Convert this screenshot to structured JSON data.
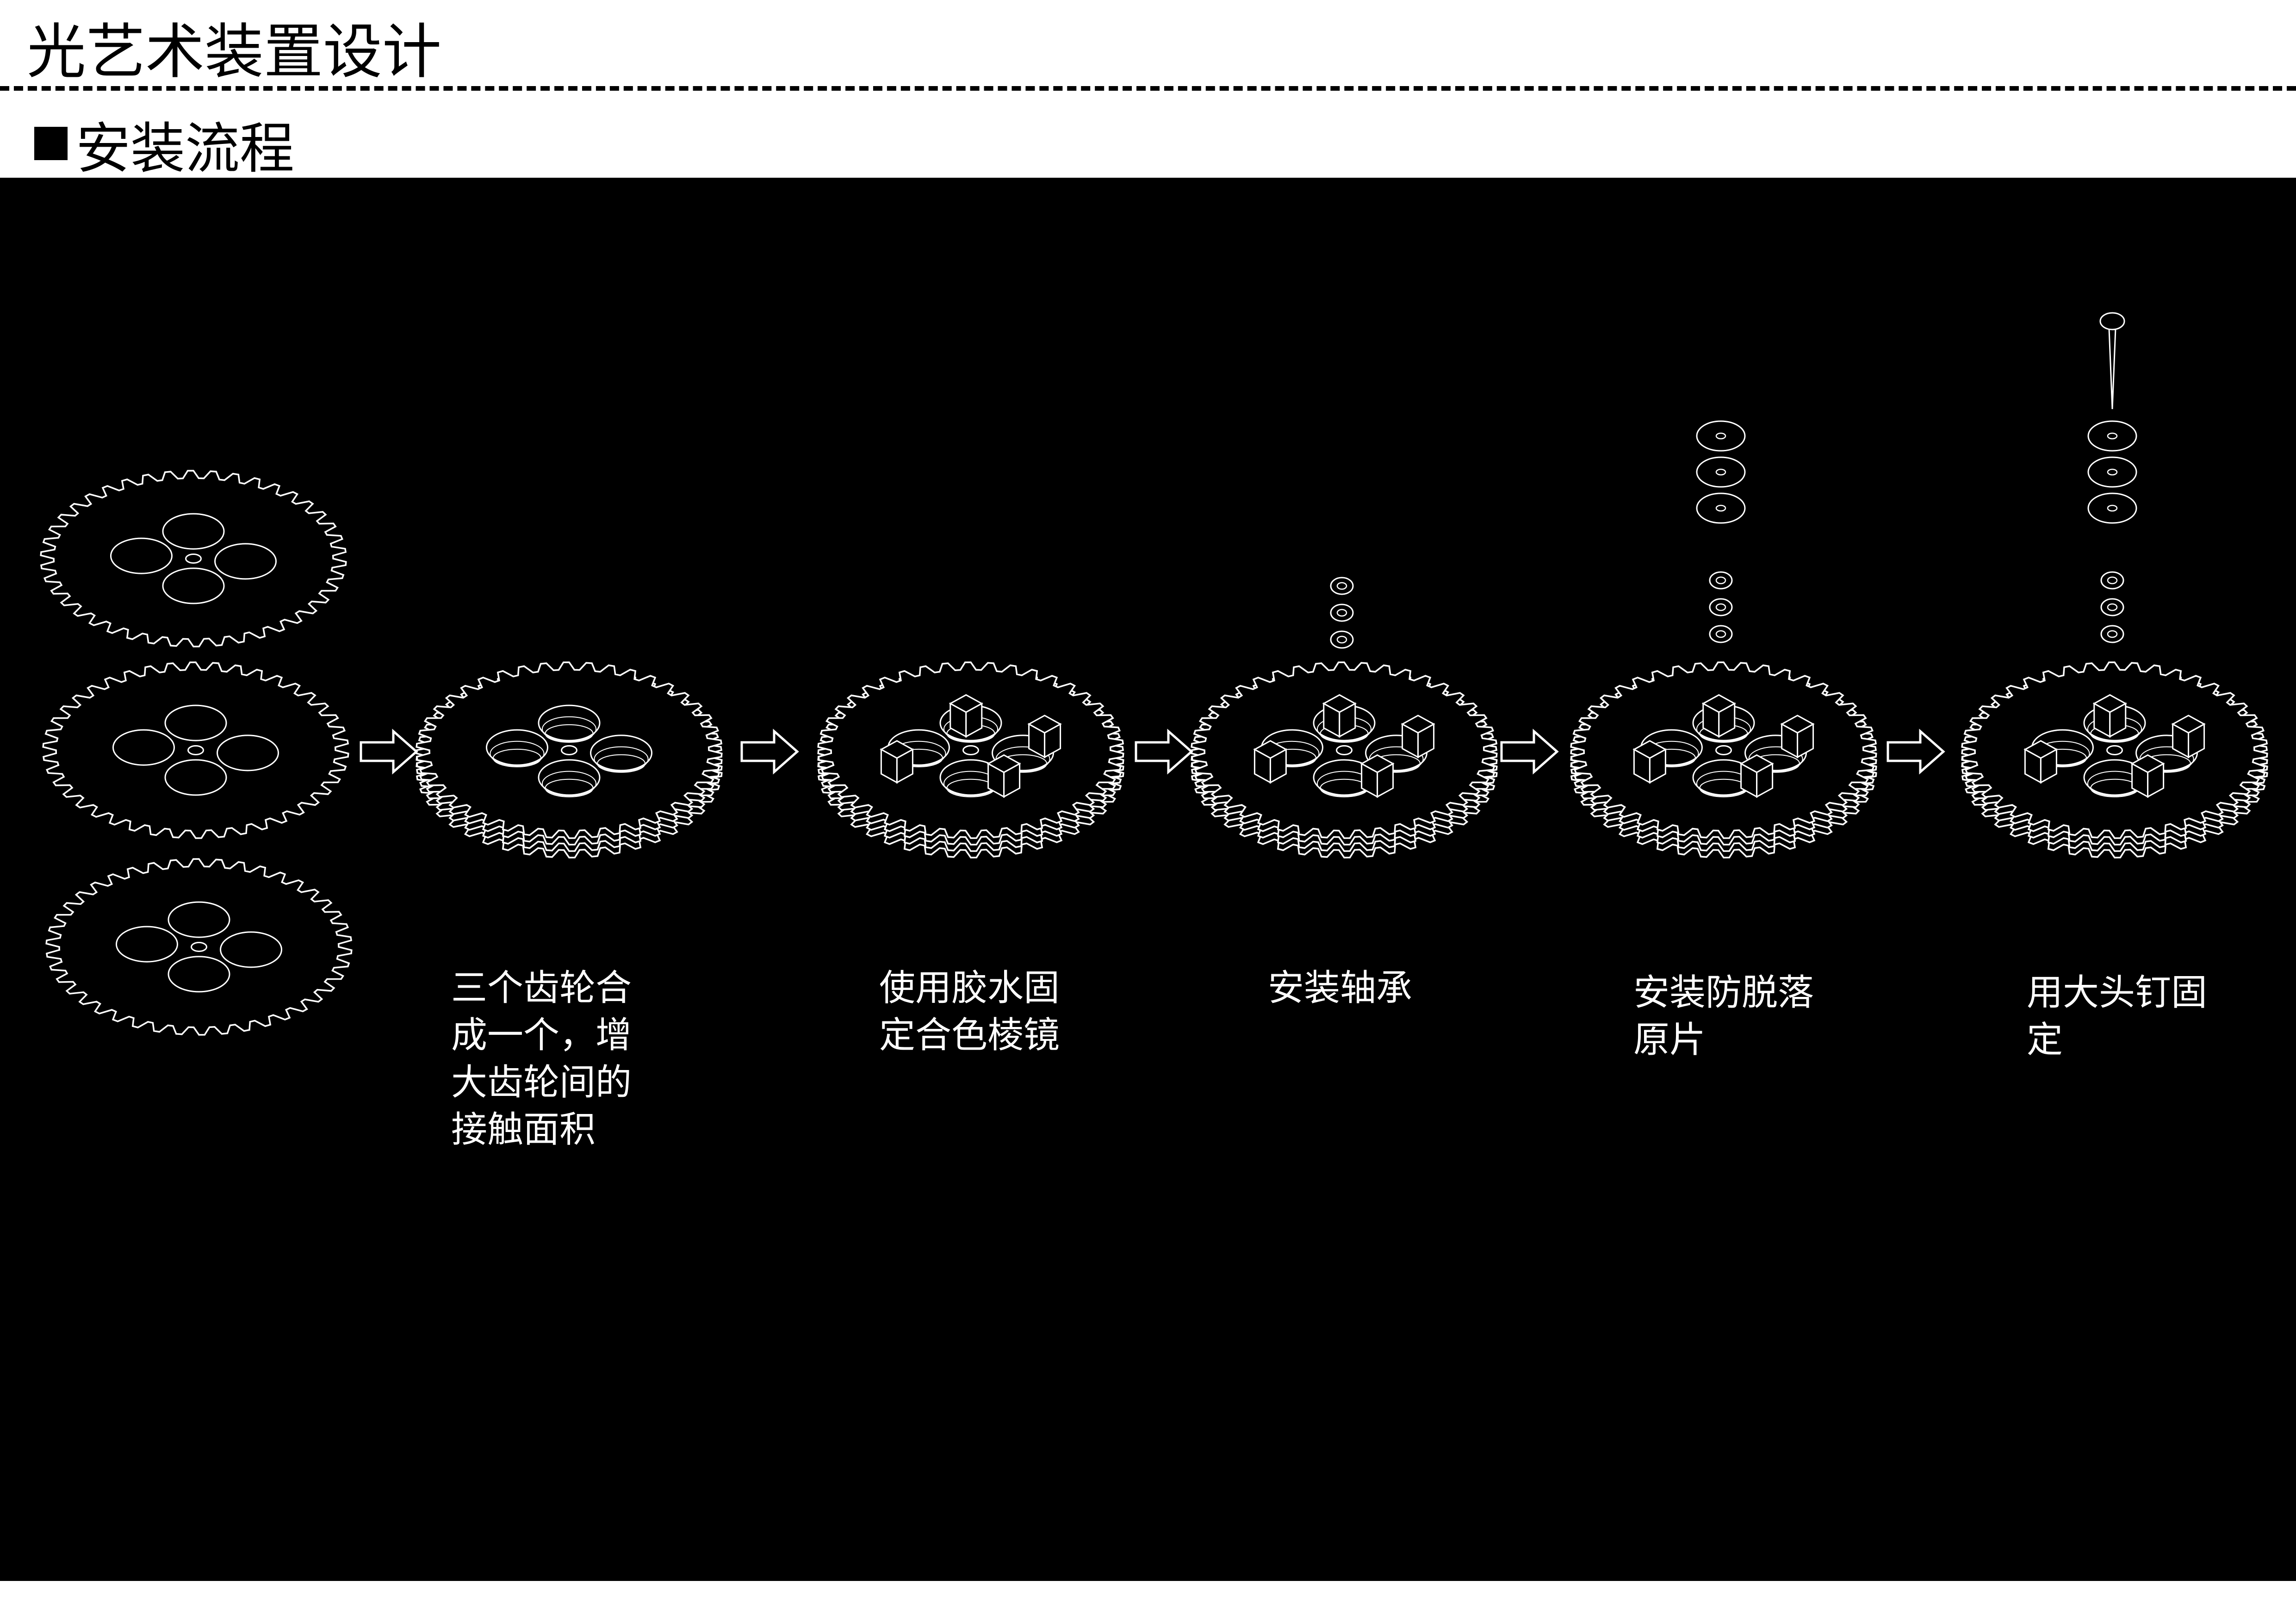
{
  "header": {
    "title": "光艺术装置设计",
    "section_title": "安装流程"
  },
  "steps": [
    {
      "caption": "三个齿轮合\n成一个，增\n大齿轮间的\n接触面积"
    },
    {
      "caption": "使用胶水固\n定合色棱镜"
    },
    {
      "caption": "安装轴承"
    },
    {
      "caption": "安装防脱落\n原片"
    },
    {
      "caption": "用大头钉固\n定"
    }
  ],
  "colors": {
    "background": "#000000",
    "line": "#ffffff",
    "page": "#ffffff"
  }
}
